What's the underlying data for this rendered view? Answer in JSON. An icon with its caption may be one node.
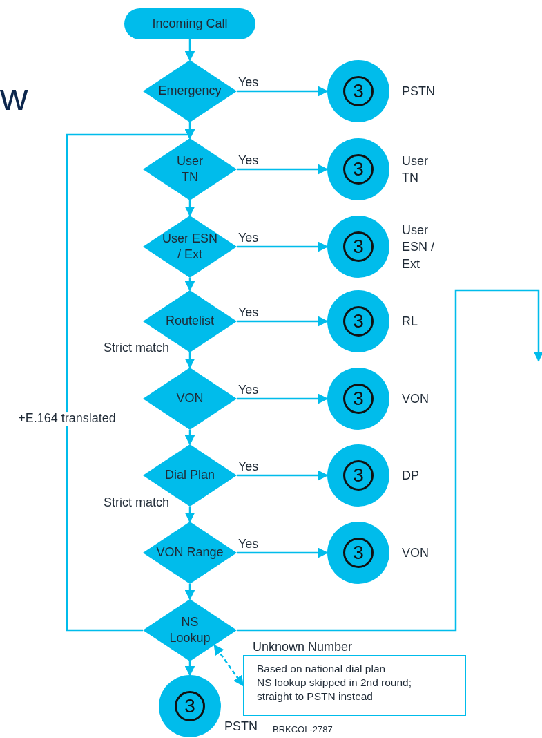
{
  "diagram": {
    "title": "w",
    "nodes": [
      {
        "text": [
          "Incoming Call"
        ]
      },
      {
        "text": [
          "Emergency"
        ]
      },
      {
        "text": [
          "3"
        ],
        "beside": [
          "PSTN"
        ]
      },
      {
        "text": [
          "User TN"
        ]
      },
      {
        "text": [
          "3"
        ],
        "beside": [
          "User TN"
        ]
      },
      {
        "text": [
          "User ESN / Ext"
        ]
      },
      {
        "text": [
          "3"
        ],
        "beside": [
          "User ESN / Ext"
        ]
      },
      {
        "text": [
          "Routelist"
        ]
      },
      {
        "text": [
          "3"
        ],
        "beside": [
          "RL"
        ]
      },
      {
        "text": [
          "VON"
        ]
      },
      {
        "text": [
          "3"
        ],
        "beside": [
          "VON"
        ]
      },
      {
        "text": [
          "Dial Plan"
        ]
      },
      {
        "text": [
          "3"
        ],
        "beside": [
          "DP"
        ]
      },
      {
        "text": [
          "VON Range"
        ]
      },
      {
        "text": [
          "3"
        ],
        "beside": [
          "VON"
        ]
      },
      {
        "text": [
          "NS Lookup"
        ]
      },
      {
        "text": [
          "3"
        ],
        "beside": [
          "PSTN"
        ]
      },
      {
        "text": [
          "Unknown Number",
          "Based on national dial plan",
          "NS lookup skipped in 2nd round; straight to PSTN instead"
        ]
      }
    ],
    "edges": [
      {
        "from": 0,
        "to": 1,
        "arrow": "to"
      },
      {
        "from": 1,
        "to": 2,
        "arrow": "to",
        "label": "Yes"
      },
      {
        "from": 1,
        "to": 3,
        "arrow": "to"
      },
      {
        "from": 3,
        "to": 4,
        "arrow": "to",
        "label": "Yes"
      },
      {
        "from": 3,
        "to": 5,
        "arrow": "to"
      },
      {
        "from": 5,
        "to": 6,
        "arrow": "to",
        "label": "Yes"
      },
      {
        "from": 5,
        "to": 7,
        "arrow": "to"
      },
      {
        "from": 7,
        "to": 8,
        "arrow": "to",
        "label": "Yes"
      },
      {
        "from": 7,
        "to": 9,
        "arrow": "to",
        "label": "Strict match"
      },
      {
        "from": 9,
        "to": 10,
        "arrow": "to",
        "label": "Yes"
      },
      {
        "from": 9,
        "to": 11,
        "arrow": "to"
      },
      {
        "from": 11,
        "to": 12,
        "arrow": "to",
        "label": "Yes"
      },
      {
        "from": 11,
        "to": 13,
        "arrow": "to",
        "label": "Strict match"
      },
      {
        "from": 13,
        "to": 14,
        "arrow": "to",
        "label": "Yes"
      },
      {
        "from": 13,
        "to": 15,
        "arrow": "to"
      },
      {
        "from": 15,
        "to": 16,
        "arrow": "to"
      },
      {
        "from": 15,
        "to": 3,
        "arrow": "to",
        "label": "+E.164 translated"
      },
      {
        "from": 15,
        "to": null,
        "arrow": "to"
      },
      {
        "from": 17,
        "to": 15,
        "arrow": "both",
        "style": "dashed"
      }
    ],
    "labels": [
      "BRKCOL-2787"
    ]
  }
}
